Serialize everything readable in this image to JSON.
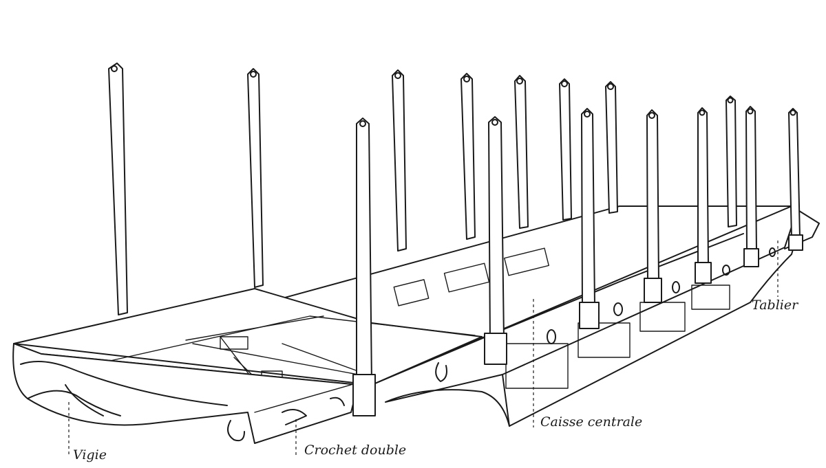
{
  "labels": {
    "vigie": "Vigie",
    "crochet_double": "Crochet double",
    "caisse_centrale": "Caisse centrale",
    "tablier": "Tablier"
  },
  "colors": {
    "ink": "#1a1a1a",
    "paper": "#ffffff"
  }
}
